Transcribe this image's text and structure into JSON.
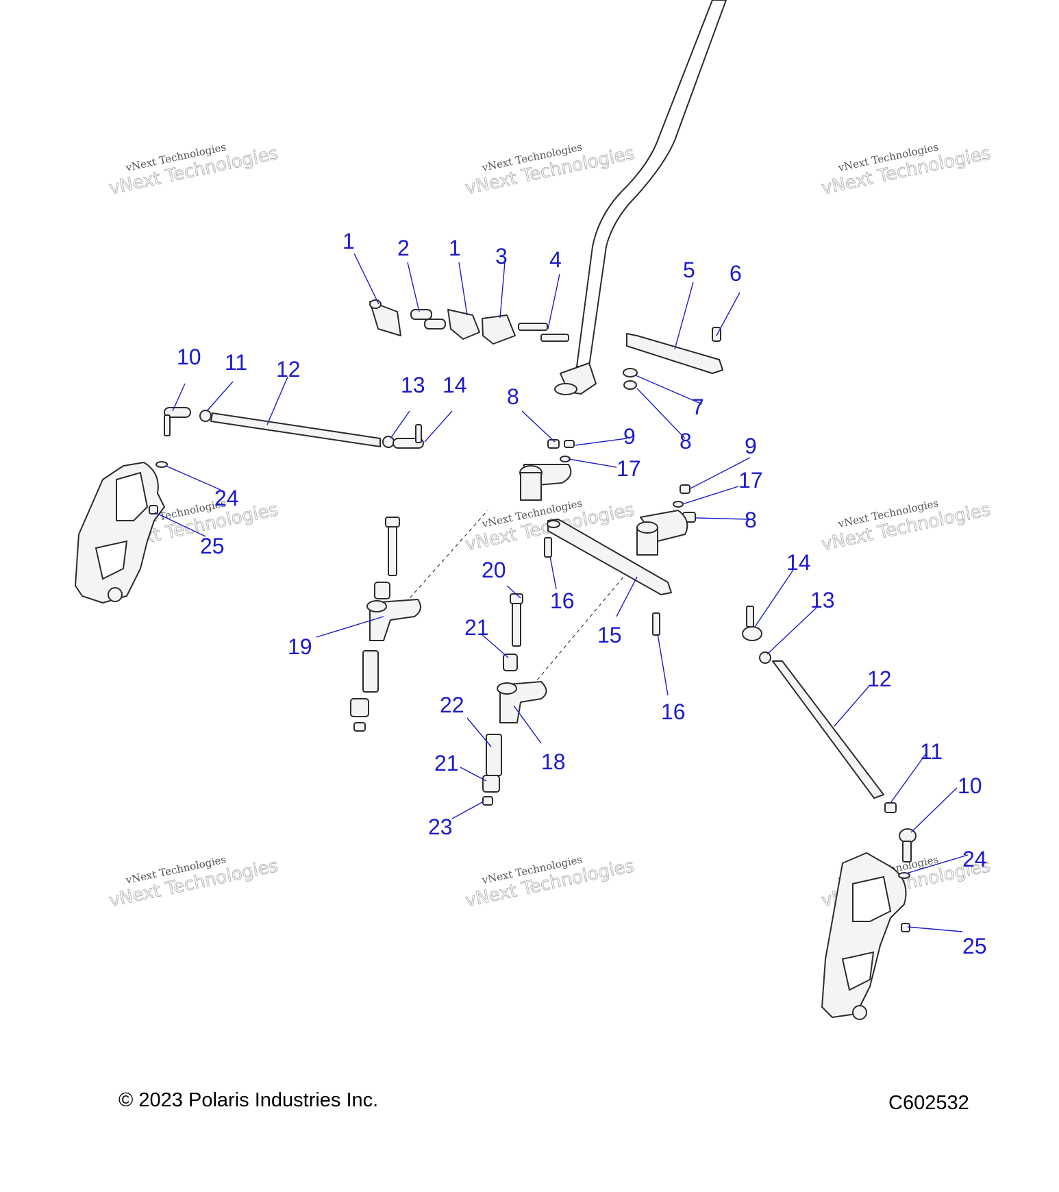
{
  "copyright": "© 2023 Polaris Industries Inc.",
  "figure_id": "C602532",
  "watermark": {
    "line1": "vNext Technologies",
    "line2": "vNext Technologies"
  },
  "callouts": {
    "c1a": "1",
    "c2": "2",
    "c1b": "1",
    "c3": "3",
    "c4": "4",
    "c5": "5",
    "c6": "6",
    "c10a": "10",
    "c11a": "11",
    "c12a": "12",
    "c13a": "13",
    "c14a": "14",
    "c8a": "8",
    "c9a": "9",
    "c17a": "17",
    "c7": "7",
    "c8b": "8",
    "c9b": "9",
    "c17b": "17",
    "c8c": "8",
    "c24a": "24",
    "c25a": "25",
    "c20": "20",
    "c16a": "16",
    "c15": "15",
    "c19": "19",
    "c21a": "21",
    "c16b": "16",
    "c22": "22",
    "c18": "18",
    "c21b": "21",
    "c23": "23",
    "c14b": "14",
    "c13b": "13",
    "c12b": "12",
    "c11b": "11",
    "c10b": "10",
    "c24b": "24",
    "c25b": "25"
  }
}
